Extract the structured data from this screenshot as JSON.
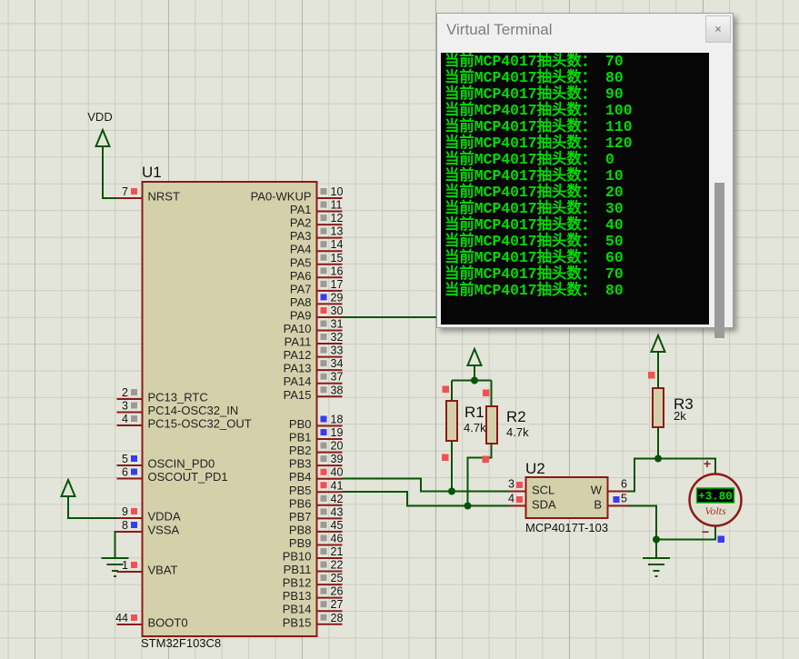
{
  "window": {
    "title": "Virtual Terminal",
    "close_label": "×"
  },
  "terminal": {
    "lines": [
      "当前MCP4017抽头数： 70",
      "当前MCP4017抽头数： 80",
      "当前MCP4017抽头数： 90",
      "当前MCP4017抽头数： 100",
      "当前MCP4017抽头数： 110",
      "当前MCP4017抽头数： 120",
      "当前MCP4017抽头数： 0",
      "当前MCP4017抽头数： 10",
      "当前MCP4017抽头数： 20",
      "当前MCP4017抽头数： 30",
      "当前MCP4017抽头数： 40",
      "当前MCP4017抽头数： 50",
      "当前MCP4017抽头数： 60",
      "当前MCP4017抽头数： 70",
      "当前MCP4017抽头数： 80"
    ]
  },
  "u1": {
    "ref": "U1",
    "part": "STM32F103C8",
    "left_pins": [
      {
        "num": "7",
        "name": "NRST",
        "state": "red"
      },
      {
        "num": "2",
        "name": "PC13_RTC",
        "state": "gray"
      },
      {
        "num": "3",
        "name": "PC14-OSC32_IN",
        "state": "gray"
      },
      {
        "num": "4",
        "name": "PC15-OSC32_OUT",
        "state": "gray"
      },
      {
        "num": "5",
        "name": "OSCIN_PD0",
        "state": "blue"
      },
      {
        "num": "6",
        "name": "OSCOUT_PD1",
        "state": "blue"
      },
      {
        "num": "9",
        "name": "VDDA",
        "state": "red"
      },
      {
        "num": "8",
        "name": "VSSA",
        "state": "blue"
      },
      {
        "num": "1",
        "name": "VBAT",
        "state": "red"
      },
      {
        "num": "44",
        "name": "BOOT0",
        "state": "red"
      }
    ],
    "right_pins": [
      {
        "num": "10",
        "name": "PA0-WKUP",
        "state": "gray"
      },
      {
        "num": "11",
        "name": "PA1",
        "state": "gray"
      },
      {
        "num": "12",
        "name": "PA2",
        "state": "gray"
      },
      {
        "num": "13",
        "name": "PA3",
        "state": "gray"
      },
      {
        "num": "14",
        "name": "PA4",
        "state": "gray"
      },
      {
        "num": "15",
        "name": "PA5",
        "state": "gray"
      },
      {
        "num": "16",
        "name": "PA6",
        "state": "gray"
      },
      {
        "num": "17",
        "name": "PA7",
        "state": "gray"
      },
      {
        "num": "29",
        "name": "PA8",
        "state": "blue"
      },
      {
        "num": "30",
        "name": "PA9",
        "state": "red"
      },
      {
        "num": "31",
        "name": "PA10",
        "state": "gray"
      },
      {
        "num": "32",
        "name": "PA11",
        "state": "gray"
      },
      {
        "num": "33",
        "name": "PA12",
        "state": "gray"
      },
      {
        "num": "34",
        "name": "PA13",
        "state": "gray"
      },
      {
        "num": "37",
        "name": "PA14",
        "state": "gray"
      },
      {
        "num": "38",
        "name": "PA15",
        "state": "gray"
      },
      {
        "num": "18",
        "name": "PB0",
        "state": "blue"
      },
      {
        "num": "19",
        "name": "PB1",
        "state": "blue"
      },
      {
        "num": "20",
        "name": "PB2",
        "state": "gray"
      },
      {
        "num": "39",
        "name": "PB3",
        "state": "gray"
      },
      {
        "num": "40",
        "name": "PB4",
        "state": "red"
      },
      {
        "num": "41",
        "name": "PB5",
        "state": "red"
      },
      {
        "num": "42",
        "name": "PB6",
        "state": "gray"
      },
      {
        "num": "43",
        "name": "PB7",
        "state": "gray"
      },
      {
        "num": "45",
        "name": "PB8",
        "state": "gray"
      },
      {
        "num": "46",
        "name": "PB9",
        "state": "gray"
      },
      {
        "num": "21",
        "name": "PB10",
        "state": "gray"
      },
      {
        "num": "22",
        "name": "PB11",
        "state": "gray"
      },
      {
        "num": "25",
        "name": "PB12",
        "state": "gray"
      },
      {
        "num": "26",
        "name": "PB13",
        "state": "gray"
      },
      {
        "num": "27",
        "name": "PB14",
        "state": "gray"
      },
      {
        "num": "28",
        "name": "PB15",
        "state": "gray"
      }
    ]
  },
  "u2": {
    "ref": "U2",
    "part": "MCP4017T-103",
    "pins": [
      {
        "num": "3",
        "name": "SCL",
        "state": "red",
        "side": "left"
      },
      {
        "num": "4",
        "name": "SDA",
        "state": "red",
        "side": "left"
      },
      {
        "num": "6",
        "name": "W",
        "state": null,
        "side": "right"
      },
      {
        "num": "5",
        "name": "B",
        "state": "blue",
        "side": "right"
      }
    ]
  },
  "resistors": [
    {
      "ref": "R1",
      "value": "4.7k"
    },
    {
      "ref": "R2",
      "value": "4.7k"
    },
    {
      "ref": "R3",
      "value": "2k"
    }
  ],
  "meter": {
    "reading": "+3.80",
    "unit": "Volts",
    "plus": "+",
    "minus": "−"
  },
  "power": {
    "vdd_label": "VDD"
  },
  "colors": {
    "state_red": "#f25050",
    "state_blue": "#3a3af0",
    "state_gray": "#9a9a96",
    "wire": "#075407",
    "component_border": "#8b1a17",
    "component_fill": "#d4d0aa",
    "lcd_text": "#00e000",
    "terminal_text": "#00dc00",
    "canvas_bg": "#e4e5da"
  }
}
